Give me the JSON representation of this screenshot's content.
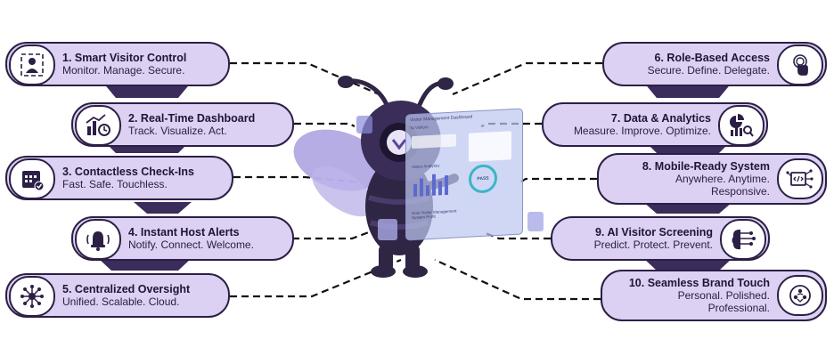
{
  "features": [
    {
      "num": "1.",
      "title": "Smart Visitor Control",
      "lines": [
        "Monitor. Manage. Secure."
      ],
      "icon": "visitor-badge-icon"
    },
    {
      "num": "2.",
      "title": "Real-Time Dashboard",
      "lines": [
        "Track. Visualize. Act."
      ],
      "icon": "dashboard-chart-icon"
    },
    {
      "num": "3.",
      "title": "Contactless Check-Ins",
      "lines": [
        "Fast. Safe. Touchless."
      ],
      "icon": "calendar-check-icon"
    },
    {
      "num": "4.",
      "title": "Instant Host Alerts",
      "lines": [
        "Notify. Connect. Welcome."
      ],
      "icon": "bell-icon"
    },
    {
      "num": "5.",
      "title": "Centralized Oversight",
      "lines": [
        "Unified. Scalable. Cloud."
      ],
      "icon": "network-hub-icon"
    },
    {
      "num": "6.",
      "title": "Role-Based Access",
      "lines": [
        "Secure. Define. Delegate."
      ],
      "icon": "fingerprint-touch-icon"
    },
    {
      "num": "7.",
      "title": "Data & Analytics",
      "lines": [
        "Measure. Improve. Optimize."
      ],
      "icon": "analytics-icon"
    },
    {
      "num": "8.",
      "title": "Mobile-Ready System",
      "lines": [
        "Anywhere. Anytime.",
        "Responsive."
      ],
      "icon": "devices-icon"
    },
    {
      "num": "9.",
      "title": "AI Visitor Screening",
      "lines": [
        "Predict. Protect. Prevent."
      ],
      "icon": "ai-brain-icon"
    },
    {
      "num": "10.",
      "title": "Seamless Brand Touch",
      "lines": [
        "Personal. Polished.",
        "Professional."
      ],
      "icon": "brand-people-icon"
    }
  ],
  "screen": {
    "title": "Visitor Management Dashboard",
    "subtitle": "Ta Visitors",
    "analytics_label": "Visitor Analytics",
    "badge": "PASS",
    "footer": "Host Visitor Management System Profit"
  },
  "colors": {
    "pill_fill": "#dcd0f3",
    "pill_border": "#2c1f45",
    "connector": "#111111",
    "bee_body": "#2f2545",
    "bee_wing": "#a99fe0",
    "accent": "#5c4696"
  }
}
